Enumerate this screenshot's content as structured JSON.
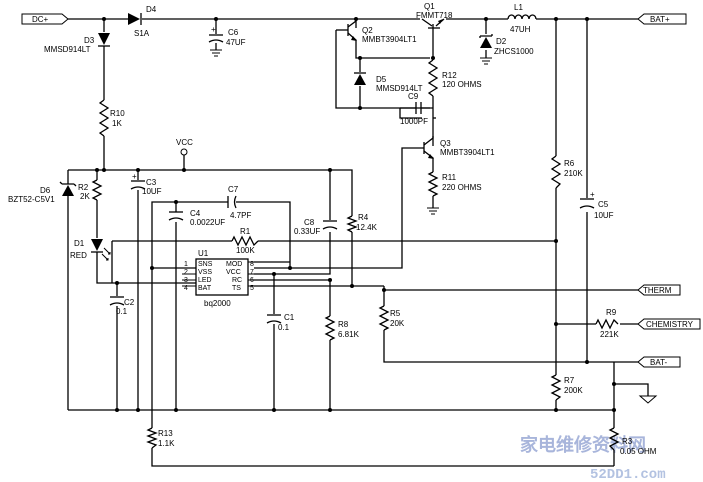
{
  "connectors": {
    "dc_in": "DC+",
    "bat_pos": "BAT+",
    "bat_neg": "BAT-",
    "therm": "THERM",
    "chemistry": "CHEMISTRY",
    "vcc": "VCC"
  },
  "components": {
    "d4": {
      "ref": "D4",
      "value": "S1A"
    },
    "d3": {
      "ref": "D3",
      "value": "MMSD914LT"
    },
    "c6": {
      "ref": "C6",
      "value": "47UF"
    },
    "q1": {
      "ref": "Q1",
      "value": "FMMT718"
    },
    "l1": {
      "ref": "L1",
      "value": "47UH"
    },
    "d2": {
      "ref": "D2",
      "value": "ZHCS1000"
    },
    "q2": {
      "ref": "Q2",
      "value": "MMBT3904LT1"
    },
    "d5": {
      "ref": "D5",
      "value": "MMSD914LT"
    },
    "r12": {
      "ref": "R12",
      "value": "120 OHMS"
    },
    "c9": {
      "ref": "C9",
      "value": "1000PF"
    },
    "q3": {
      "ref": "Q3",
      "value": "MMBT3904LT1"
    },
    "r11": {
      "ref": "R11",
      "value": "220 OHMS"
    },
    "r10": {
      "ref": "R10",
      "value": "1K"
    },
    "d6": {
      "ref": "D6",
      "value": "BZT52-C5V1"
    },
    "r2": {
      "ref": "R2",
      "value": "2K"
    },
    "c3": {
      "ref": "C3",
      "value": "10UF"
    },
    "c7": {
      "ref": "C7",
      "value": "4.7PF"
    },
    "c4": {
      "ref": "C4",
      "value": "0.0022UF"
    },
    "c8": {
      "ref": "C8",
      "value": "0.33UF"
    },
    "r4": {
      "ref": "R4",
      "value": "12.4K"
    },
    "d1": {
      "ref": "D1",
      "value": "RED"
    },
    "r1": {
      "ref": "R1",
      "value": "100K"
    },
    "r6": {
      "ref": "R6",
      "value": "210K"
    },
    "c5": {
      "ref": "C5",
      "value": "10UF"
    },
    "c2": {
      "ref": "C2",
      "value": "0.1"
    },
    "c1": {
      "ref": "C1",
      "value": "0.1"
    },
    "r8": {
      "ref": "R8",
      "value": "6.81K"
    },
    "r5": {
      "ref": "R5",
      "value": "20K"
    },
    "r9": {
      "ref": "R9",
      "value": "221K"
    },
    "r7": {
      "ref": "R7",
      "value": "200K"
    },
    "r13": {
      "ref": "R13",
      "value": "1.1K"
    },
    "r3": {
      "ref": "R3",
      "value": "0.05 OHM"
    }
  },
  "ic": {
    "ref": "U1",
    "part": "bq2000",
    "left_pins": [
      {
        "num": "1",
        "name": "SNS"
      },
      {
        "num": "2",
        "name": "VSS"
      },
      {
        "num": "3",
        "name": "LED"
      },
      {
        "num": "4",
        "name": "BAT"
      }
    ],
    "right_pins": [
      {
        "num": "8",
        "name": "MOD"
      },
      {
        "num": "7",
        "name": "VCC"
      },
      {
        "num": "6",
        "name": "RC"
      },
      {
        "num": "5",
        "name": "TS"
      }
    ]
  },
  "watermark": {
    "text_cn": "家电维修资料网",
    "text_url": "52DD1.com"
  }
}
